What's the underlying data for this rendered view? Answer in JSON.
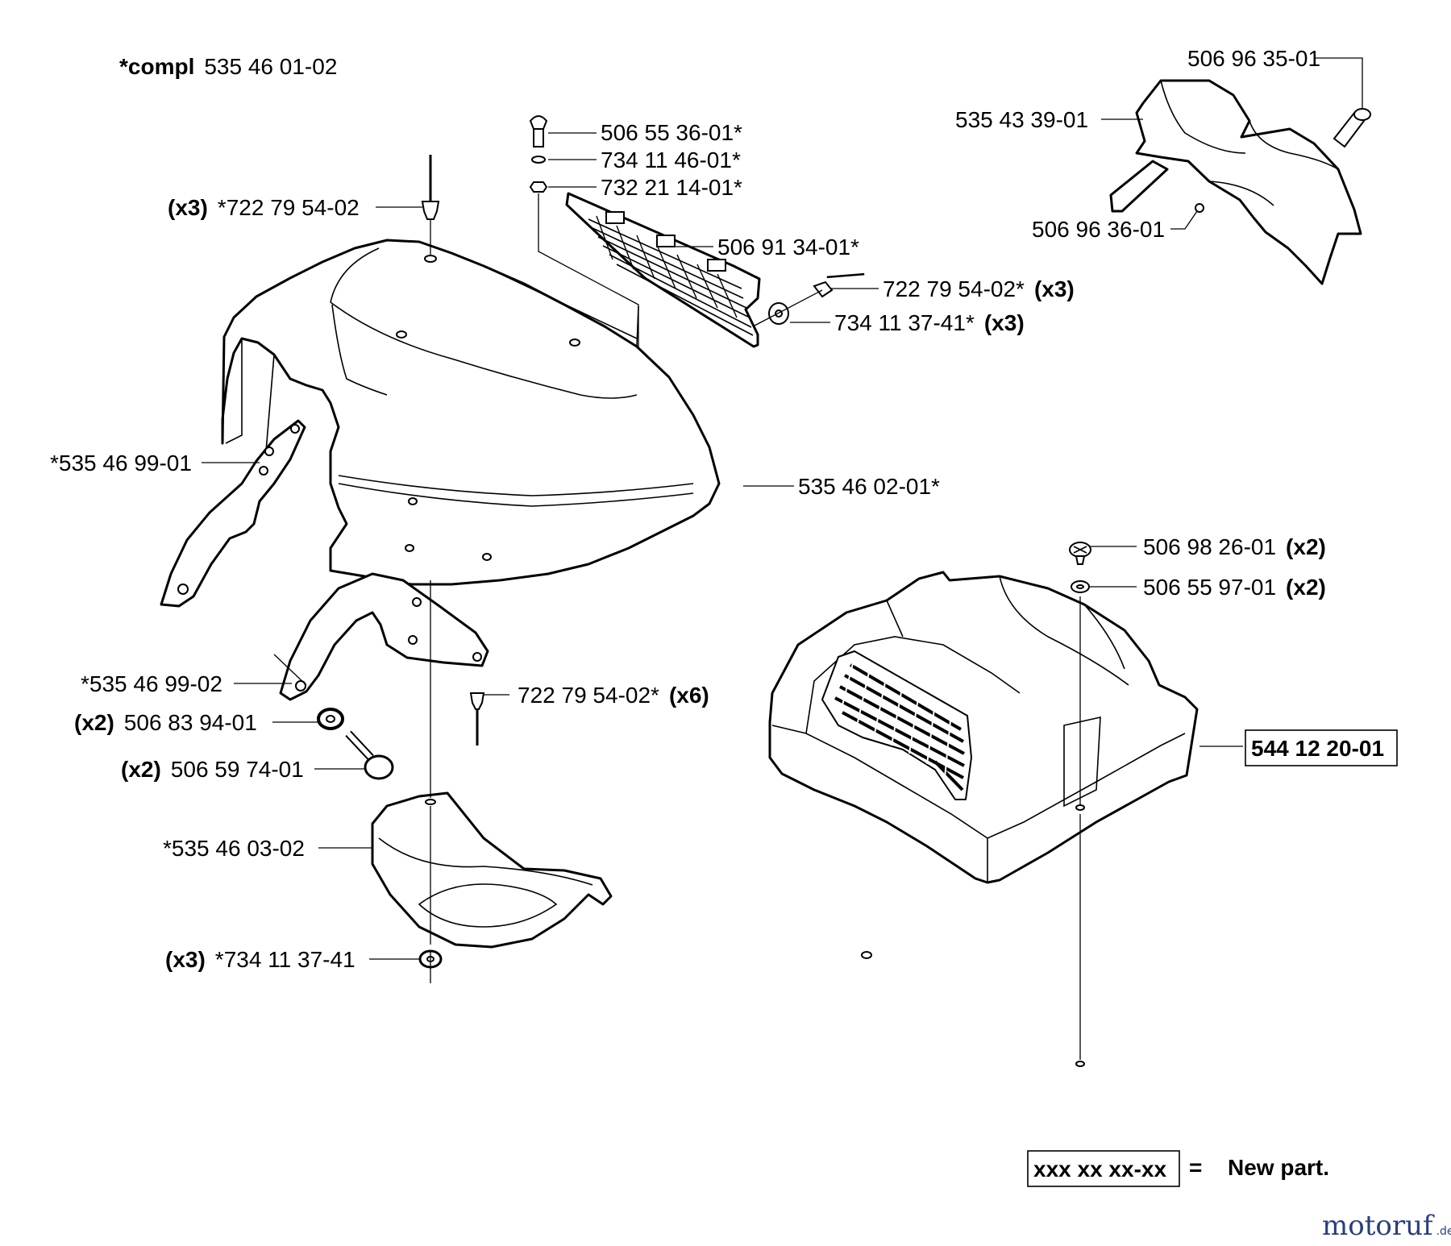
{
  "header": {
    "compl_prefix": "*compl",
    "compl_number": "535 46 01-02"
  },
  "labels": {
    "p_535463501": "506 96 35-01",
    "p_535433901": "535 43 39-01",
    "p_506963601": "506 96 36-01",
    "p_506553601": "506 55 36-01*",
    "p_734114601": "734 11 46-01*",
    "p_732211401": "732 21 14-01*",
    "p_506913401": "506 91 34-01*",
    "p_722795402_a_qty": "(x3)",
    "p_722795402_a": "*722 79 54-02",
    "p_722795402_b": "722 79 54-02*",
    "p_722795402_b_qty": "(x3)",
    "p_734113741_b": "734 11 37-41*",
    "p_734113741_b_qty": "(x3)",
    "p_535469901": "*535 46 99-01",
    "p_535460201": "535 46 02-01*",
    "p_506982601": "506 98 26-01",
    "p_506982601_qty": "(x2)",
    "p_506559701": "506 55 97-01",
    "p_506559701_qty": "(x2)",
    "p_535469902": "*535 46 99-02",
    "p_722795402_c": "722 79 54-02*",
    "p_722795402_c_qty": "(x6)",
    "p_506839401_qty": "(x2)",
    "p_506839401": "506 83 94-01",
    "p_506597401_qty": "(x2)",
    "p_506597401": "506 59 74-01",
    "p_544122001": "544 12 20-01",
    "p_535460302": "*535 46 03-02",
    "p_734113741_a_qty": "(x3)",
    "p_734113741_a": "*734 11 37-41"
  },
  "legend": {
    "placeholder": "xxx xx xx-xx",
    "equals": "=",
    "meaning": "New part."
  },
  "watermark": {
    "text": "motoruf",
    "suffix": ".de",
    "color": "#2a3f7a"
  }
}
